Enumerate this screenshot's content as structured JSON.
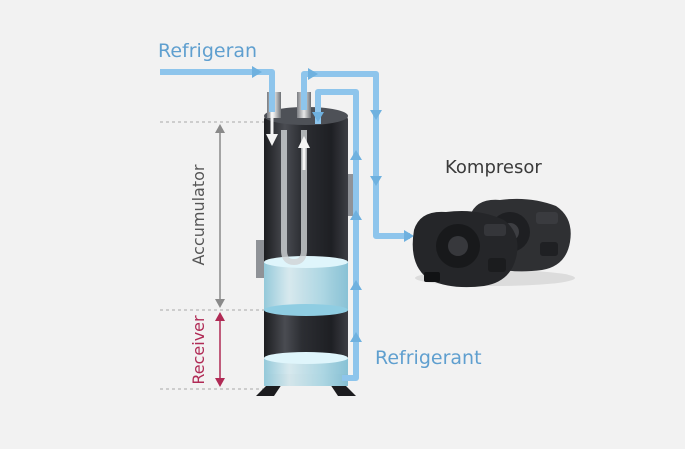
{
  "labels": {
    "refrigerant_in": "Refrigeran",
    "refrigerant_out": "Refrigerant",
    "compressor": "Kompresor",
    "accumulator": "Accumulator",
    "receiver": "Receiver"
  },
  "colors": {
    "background": "#f2f2f2",
    "flow": "#8ec5ec",
    "flow_text": "#5f9fcf",
    "accumulator": "#8a8a8a",
    "receiver": "#b02a55",
    "liquid": "#bfeaf5",
    "tank_body": "#2b2d31",
    "compressor": "#2a2a2a"
  }
}
